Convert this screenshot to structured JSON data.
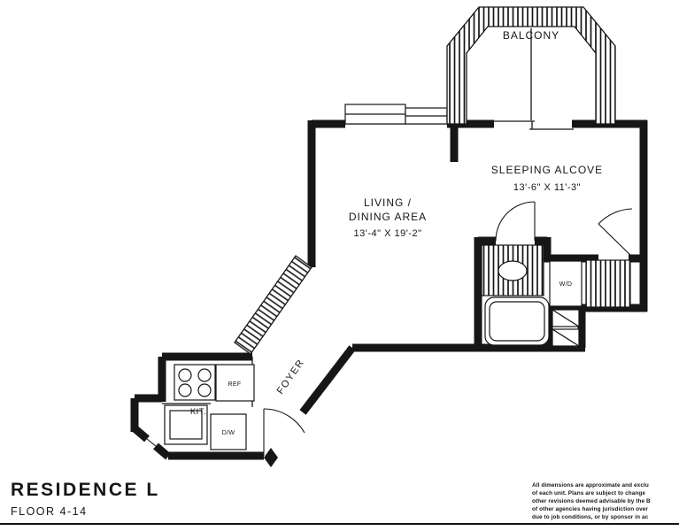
{
  "plan": {
    "balcony_label": "BALCONY",
    "sleeping_alcove": {
      "name": "SLEEPING ALCOVE",
      "dims": "13'-6\" X 11'-3\""
    },
    "living": {
      "name_line1": "LIVING /",
      "name_line2": "DINING AREA",
      "dims": "13'-4\" X 19'-2\""
    },
    "foyer_label": "FOYER",
    "kitchen_label": "KIT.",
    "ref_label": "REF",
    "dw_label": "D/W",
    "wd_label": "W/D"
  },
  "title_block": {
    "residence": "RESIDENCE L",
    "floor": "FLOOR 4-14"
  },
  "disclaimer": {
    "line1": "All dimensions are approximate and exclu",
    "line2": "of each unit.  Plans are subject to change",
    "line3": "other revisions deemed advisable by the B",
    "line4": "of other agencies having jurisdiction over",
    "line5": "due to job conditions,  or by sponsor in ac"
  },
  "colors": {
    "ink": "#161616",
    "paper": "#ffffff"
  }
}
